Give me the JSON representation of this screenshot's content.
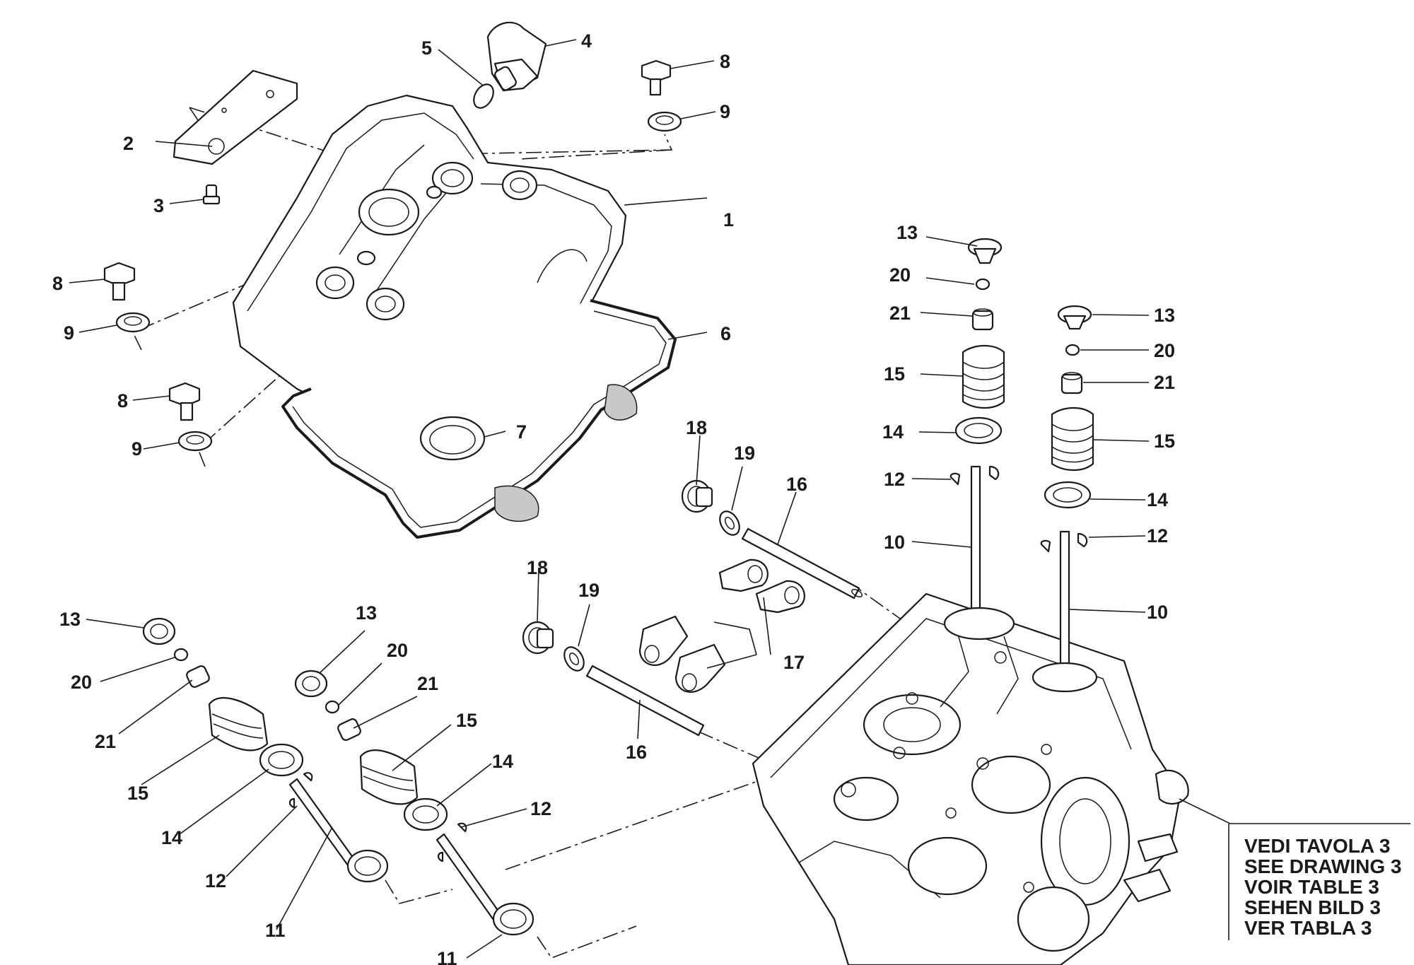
{
  "callouts": [
    {
      "id": "c1",
      "text": "1"
    },
    {
      "id": "c2",
      "text": "2"
    },
    {
      "id": "c3",
      "text": "3"
    },
    {
      "id": "c4",
      "text": "4"
    },
    {
      "id": "c5",
      "text": "5"
    },
    {
      "id": "c6",
      "text": "6"
    },
    {
      "id": "c7",
      "text": "7"
    },
    {
      "id": "c8a",
      "text": "8"
    },
    {
      "id": "c8b",
      "text": "8"
    },
    {
      "id": "c8c",
      "text": "8"
    },
    {
      "id": "c9a",
      "text": "9"
    },
    {
      "id": "c9b",
      "text": "9"
    },
    {
      "id": "c9c",
      "text": "9"
    },
    {
      "id": "c10a",
      "text": "10"
    },
    {
      "id": "c10b",
      "text": "10"
    },
    {
      "id": "c11a",
      "text": "11"
    },
    {
      "id": "c11b",
      "text": "11"
    },
    {
      "id": "c12a",
      "text": "12"
    },
    {
      "id": "c12b",
      "text": "12"
    },
    {
      "id": "c12c",
      "text": "12"
    },
    {
      "id": "c12d",
      "text": "12"
    },
    {
      "id": "c13a",
      "text": "13"
    },
    {
      "id": "c13b",
      "text": "13"
    },
    {
      "id": "c13c",
      "text": "13"
    },
    {
      "id": "c13d",
      "text": "13"
    },
    {
      "id": "c14a",
      "text": "14"
    },
    {
      "id": "c14b",
      "text": "14"
    },
    {
      "id": "c14c",
      "text": "14"
    },
    {
      "id": "c14d",
      "text": "14"
    },
    {
      "id": "c15a",
      "text": "15"
    },
    {
      "id": "c15b",
      "text": "15"
    },
    {
      "id": "c15c",
      "text": "15"
    },
    {
      "id": "c15d",
      "text": "15"
    },
    {
      "id": "c16a",
      "text": "16"
    },
    {
      "id": "c16b",
      "text": "16"
    },
    {
      "id": "c17",
      "text": "17"
    },
    {
      "id": "c18a",
      "text": "18"
    },
    {
      "id": "c18b",
      "text": "18"
    },
    {
      "id": "c19a",
      "text": "19"
    },
    {
      "id": "c19b",
      "text": "19"
    },
    {
      "id": "c20a",
      "text": "20"
    },
    {
      "id": "c20b",
      "text": "20"
    },
    {
      "id": "c20c",
      "text": "20"
    },
    {
      "id": "c20d",
      "text": "20"
    },
    {
      "id": "c21a",
      "text": "21"
    },
    {
      "id": "c21b",
      "text": "21"
    },
    {
      "id": "c21c",
      "text": "21"
    },
    {
      "id": "c21d",
      "text": "21"
    }
  ],
  "reference_note": {
    "lines": [
      "VEDI TAVOLA 3",
      "SEE DRAWING 3",
      "VOIR TABLE 3",
      "SEHEN BILD 3",
      "VER TABLA 3"
    ]
  },
  "colors": {
    "line": "#1a1a1a",
    "shade": "#c8c8c8",
    "background": "#ffffff"
  }
}
